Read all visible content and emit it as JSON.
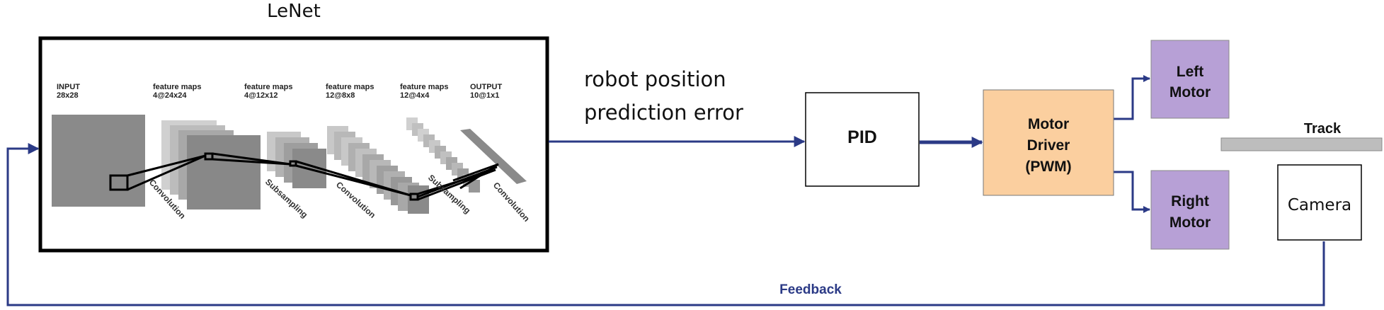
{
  "diagram": {
    "lenet": {
      "title": "LeNet",
      "layers": [
        {
          "name": "INPUT",
          "size": "28x28"
        },
        {
          "name": "feature maps",
          "size": "4@24x24"
        },
        {
          "name": "feature maps",
          "size": "4@12x12"
        },
        {
          "name": "feature maps",
          "size": "12@8x8"
        },
        {
          "name": "feature maps",
          "size": "12@4x4"
        },
        {
          "name": "OUTPUT",
          "size": "10@1x1"
        }
      ],
      "operations": [
        "Convolution",
        "Subsampling",
        "Convolution",
        "Subsampling",
        "Convolution"
      ]
    },
    "error_label": {
      "line1": "robot position",
      "line2": "prediction error"
    },
    "pid": "PID",
    "motor_driver": {
      "line1": "Motor",
      "line2": "Driver",
      "line3": "(PWM)"
    },
    "left_motor": {
      "line1": "Left",
      "line2": "Motor"
    },
    "right_motor": {
      "line1": "Right",
      "line2": "Motor"
    },
    "track": "Track",
    "camera": "Camera",
    "feedback": "Feedback",
    "colors": {
      "arrow": "#2b3a86",
      "motor_driver_fill": "#fbcf9f",
      "motor_fill": "#b7a0d6",
      "track_fill": "#bdbdbd",
      "map_dark": "#8a8a8a",
      "map_mid": "#a8a8a8",
      "map_light": "#c8c8c8"
    }
  }
}
